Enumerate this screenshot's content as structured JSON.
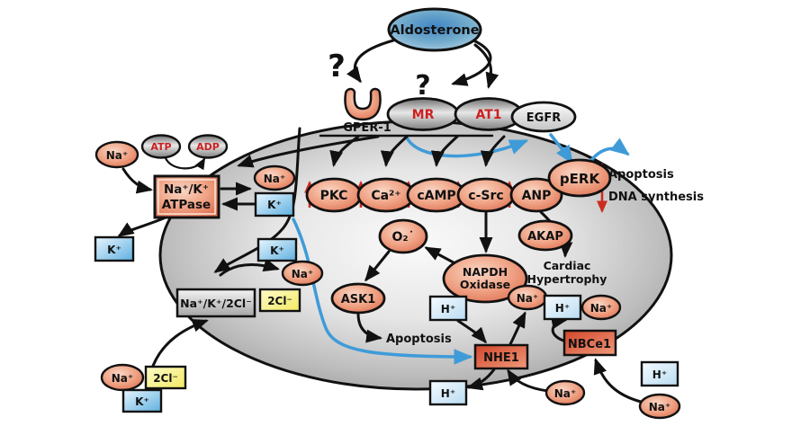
{
  "diagram": {
    "hormone": "Aldosterone",
    "question_mark": "?",
    "receptors": {
      "gper1": "GPER-1",
      "mr": "MR",
      "at1": "AT1",
      "egfr": "EGFR"
    },
    "signaling": {
      "pkc": "PKC",
      "ca": "Ca²⁺",
      "camp": "cAMP",
      "csrc": "c-Src",
      "anp": "ANP",
      "perk": "pERK",
      "akap": "AKAP",
      "superoxide": "O₂˙",
      "napdh_line1": "NAPDH",
      "napdh_line2": "Oxidase",
      "ask1": "ASK1"
    },
    "transporters": {
      "atpase_line1": "Na⁺/K⁺",
      "atpase_line2": "ATPase",
      "nkcc": "Na⁺/K⁺/2Cl⁻",
      "nhe1": "NHE1",
      "nbce1": "NBCe1"
    },
    "ions": {
      "na": "Na⁺",
      "k": "K⁺",
      "h": "H⁺",
      "cl2": "2Cl⁻",
      "atp": "ATP",
      "adp": "ADP"
    },
    "outcomes": {
      "apoptosis_up": "Apoptosis",
      "dna_synthesis": "DNA synthesis",
      "cardiac_line1": "Cardiac",
      "cardiac_line2": "Hypertrophy",
      "apoptosis_ask1": "Apoptosis"
    },
    "colors": {
      "blue_arrow": "#3f9bd8",
      "red_arrow": "#cc2b20",
      "black_arrow": "#111111",
      "salmon_node": "#e0775a",
      "ion_blue_box": "#5fb0e0",
      "h_blue_box": "#b9dcf2",
      "yellow_box": "#f3ea62",
      "red_transporter_box": "#d9503a",
      "gray_receptor": "#8a8a8a",
      "cell_fill": "#c0c0c0",
      "aldosterone_blue": "#4e91c9"
    }
  }
}
